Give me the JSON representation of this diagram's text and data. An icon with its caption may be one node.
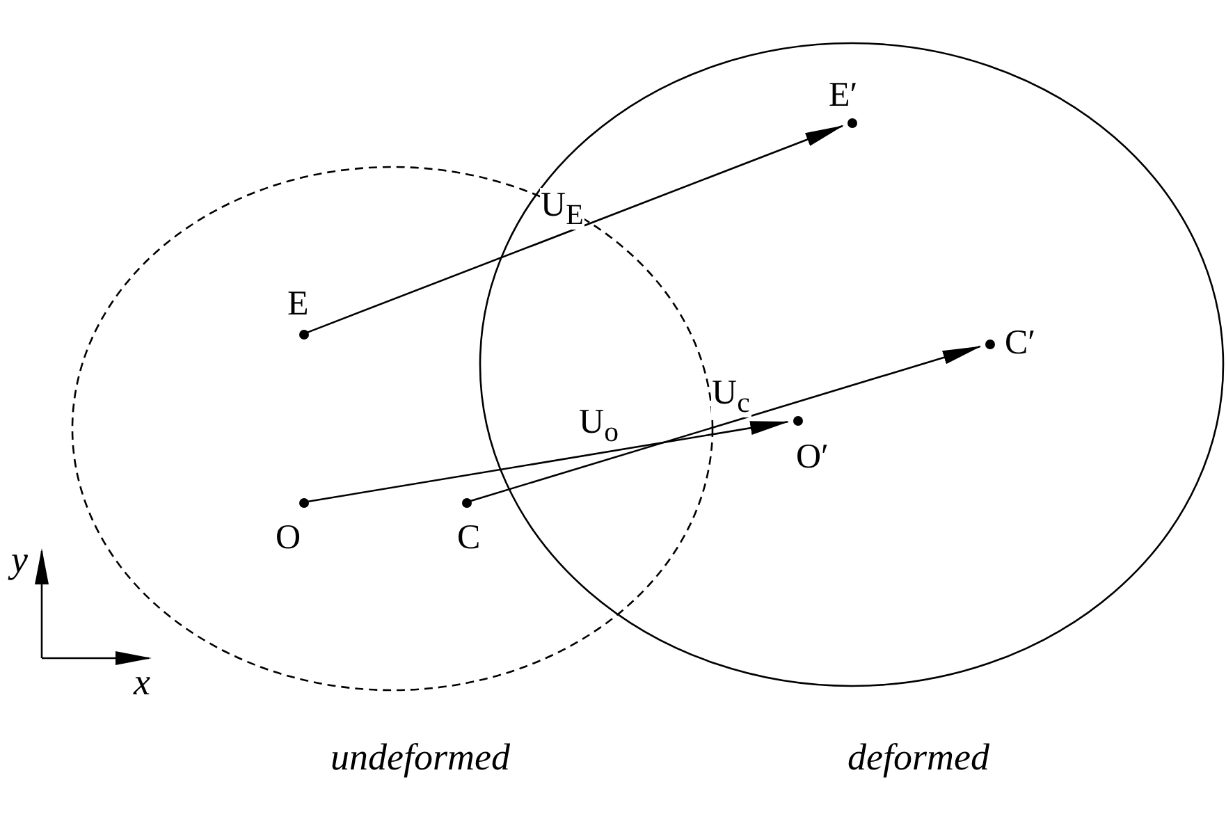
{
  "diagram": {
    "nodes": [
      {
        "text": [],
        "shape": "ellipse",
        "beside": [
          "undeformed"
        ]
      },
      {
        "text": [],
        "shape": "ellipse",
        "beside": [
          "deformed"
        ]
      },
      {
        "text": [
          "E"
        ],
        "in": 0
      },
      {
        "text": [
          "O"
        ],
        "in": 0
      },
      {
        "text": [
          "C"
        ],
        "in": 0
      },
      {
        "text": [
          "E′"
        ],
        "in": 1
      },
      {
        "text": [
          "O′"
        ],
        "in": 1
      },
      {
        "text": [
          "C′"
        ],
        "in": 1
      }
    ],
    "edges": [
      {
        "from": 2,
        "to": 5,
        "arrow": "to",
        "label": "U$_{E}$"
      },
      {
        "from": 3,
        "to": 6,
        "arrow": "to",
        "label": "U$_{o}$"
      },
      {
        "from": 4,
        "to": 7,
        "arrow": "to",
        "label": "U$_{c}$"
      }
    ],
    "labels": [
      "y",
      "x"
    ]
  }
}
